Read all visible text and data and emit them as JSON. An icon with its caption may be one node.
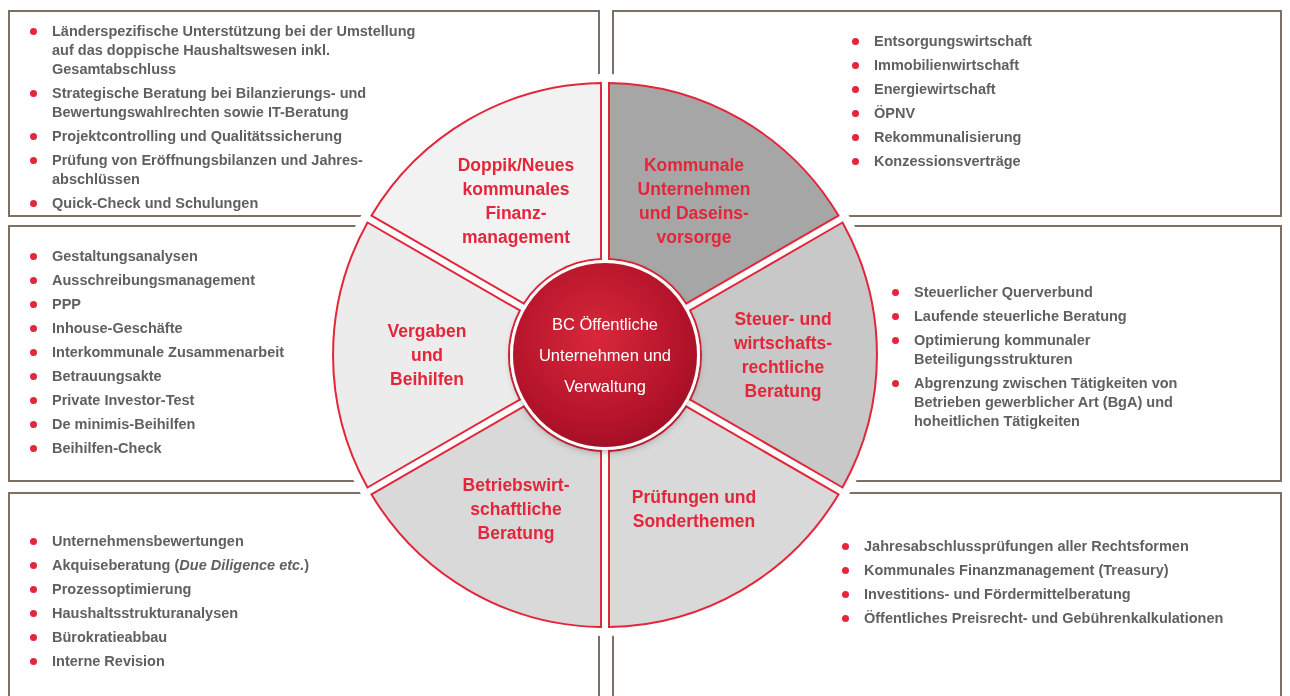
{
  "diagram": {
    "nodes": [
      {
        "text": [
          "Länderspezifische Unterstützung bei der Umstellung auf das doppische Haushaltswesen inkl. Gesamtabschluss",
          "Strategische Beratung bei Bilanzierungs- und Bewertungswahlrechten sowie IT-Beratung",
          "Projektcontrolling und Qualitätssicherung",
          "Prüfung von Eröffnungsbilanzen und Jahres- abschlüssen",
          "Quick-Check und Schulungen"
        ]
      },
      {
        "text": [
          "Entsorgungswirtschaft",
          "Immobilienwirtschaft",
          "Energiewirtschaft",
          "ÖPNV",
          "Rekommunalisierung",
          "Konzessionsverträge"
        ]
      },
      {
        "text": [
          "Doppik/Neues kommunales Finanz- management"
        ]
      },
      {
        "text": [
          "Kommunale Unternehmen und Daseins- vorsorge"
        ]
      },
      {
        "text": [
          "Gestaltungsanalysen",
          "Ausschreibungsmanagement",
          "PPP",
          "Inhouse-Geschäfte",
          "Interkommunale Zusammenarbeit",
          "Betrauungsakte",
          "Private Investor-Test",
          "De minimis-Beihilfen",
          "Beihilfen-Check"
        ]
      },
      {
        "text": [
          "Vergaben und Beihilfen"
        ]
      },
      {
        "text": [
          "BC Öffentliche Unternehmen und Verwaltung"
        ]
      },
      {
        "text": [
          "Steuer- und wirtschafts- rechtliche Beratung"
        ]
      },
      {
        "text": [
          "Steuerlicher Querverbund",
          "Laufende steuerliche Beratung",
          "Optimierung kommunaler Beteiligungsstrukturen",
          "Abgrenzung zwischen Tätigkeiten von Betrieben gewerblicher Art (BgA) und hoheitlichen Tätigkeiten"
        ]
      },
      {
        "text": [
          "Betriebswirt- schaftliche Beratung"
        ]
      },
      {
        "text": [
          "Prüfungen und Sonderthemen"
        ]
      },
      {
        "text": [
          "Unternehmensbewertungen",
          "Akquiseberatung (*Due Diligence etc.*)",
          "Prozessoptimierung",
          "Haushaltsstrukturanalysen",
          "Bürokratieabbau",
          "Interne Revision"
        ]
      },
      {
        "text": [
          "Jahresabschlussprüfungen aller Rechtsformen",
          "Kommunales Finanzmanagement (Treasury)",
          "Investitions- und Fördermittelberatung",
          "Öffentliches Preisrecht- und Gebührenkalkulationen"
        ]
      }
    ]
  }
}
